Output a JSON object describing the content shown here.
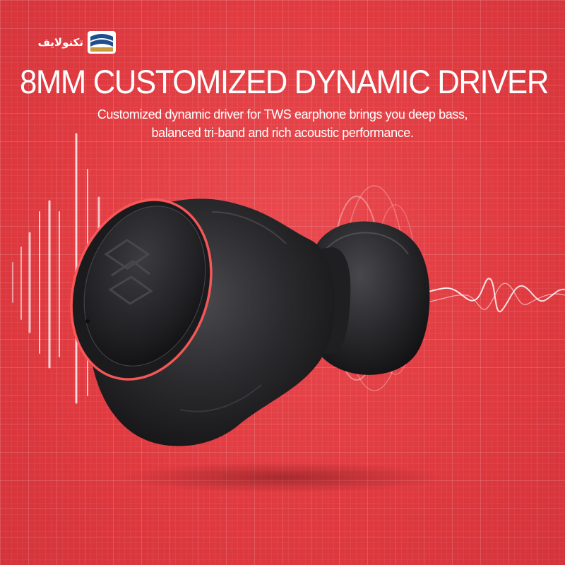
{
  "brand": {
    "name": "تکنولایف"
  },
  "hero": {
    "headline": "8MM CUSTOMIZED DYNAMIC DRIVER",
    "subtitle_line1": "Customized dynamic driver for TWS earphone brings you deep bass,",
    "subtitle_line2": "balanced tri-band and rich acoustic performance."
  },
  "colors": {
    "background": "#e03c42",
    "earbud_body": "#2b2b2e",
    "accent_ring": "#ff5a5a",
    "text": "#ffffff",
    "logo_blue": "#1e4f8c",
    "logo_gold": "#c79a3c"
  }
}
